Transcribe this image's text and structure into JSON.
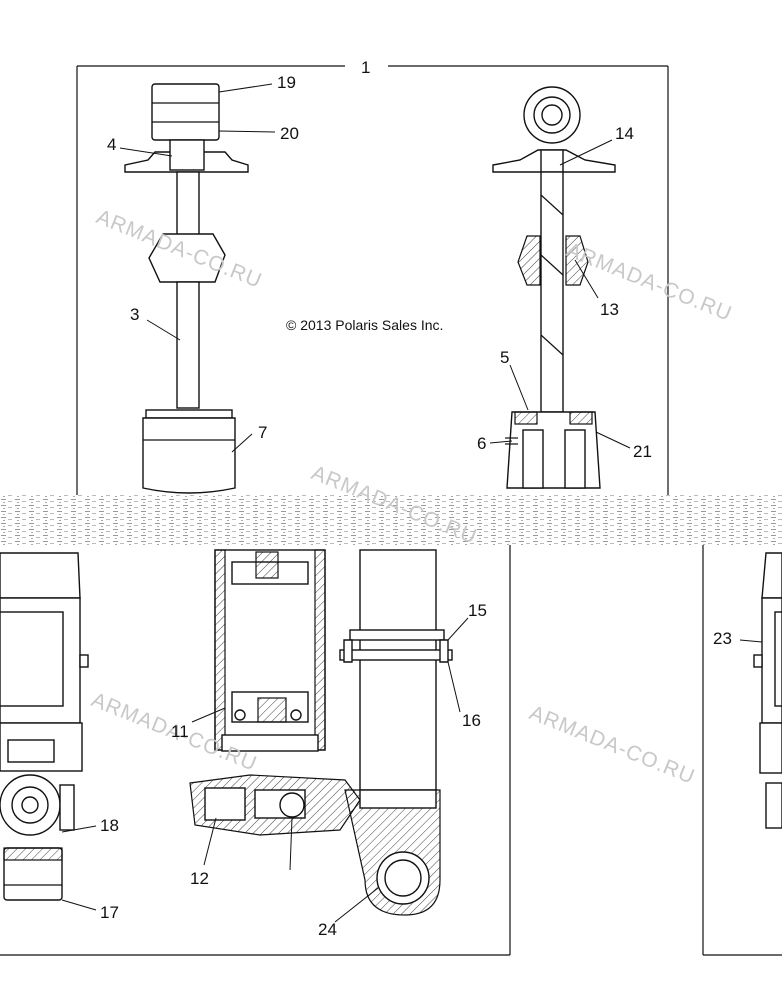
{
  "copyright": "© 2013 Polaris Sales Inc.",
  "watermark": "ARMADA-CO.RU",
  "callouts": {
    "c1": "1",
    "c3": "3",
    "c4": "4",
    "c5": "5",
    "c6": "6",
    "c7": "7",
    "c11": "11",
    "c12": "12",
    "c13": "13",
    "c14": "14",
    "c15": "15",
    "c16": "16",
    "c17": "17",
    "c18": "18",
    "c19": "19",
    "c20": "20",
    "c21": "21",
    "c23": "23",
    "c24": "24"
  }
}
